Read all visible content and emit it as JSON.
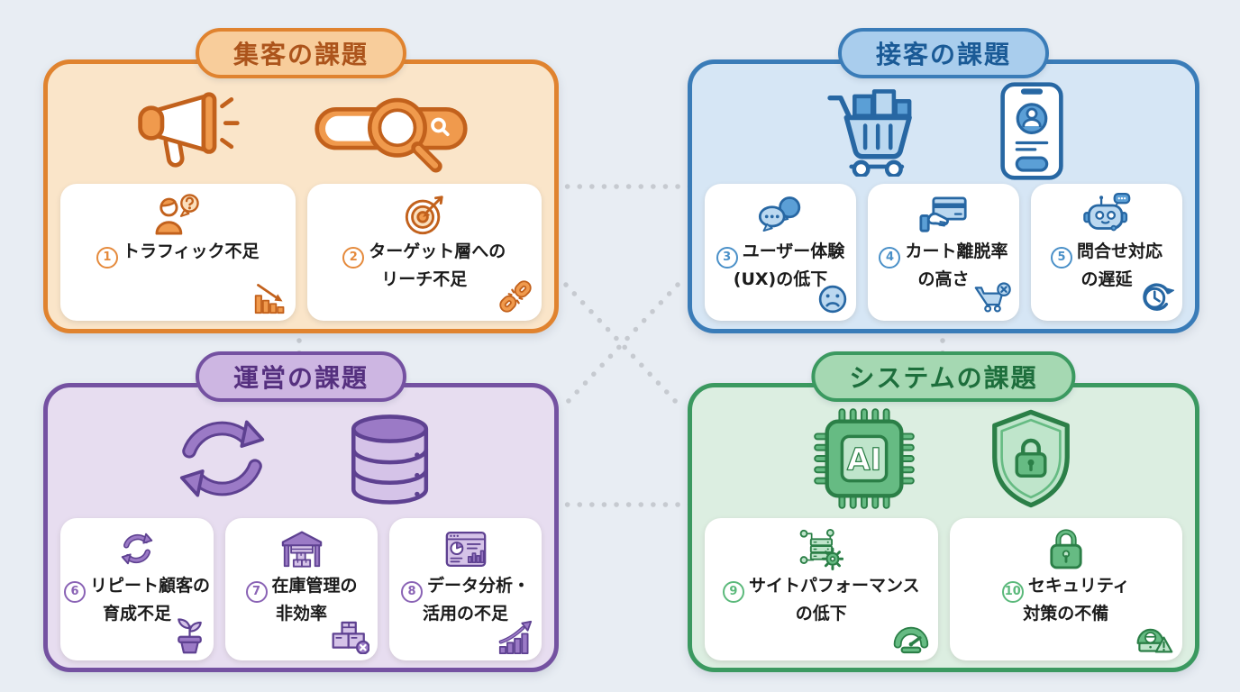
{
  "page": {
    "background": "#E8EDF3",
    "connector_dot_color": "#C6CAD0",
    "card_background": "#FFFFFF",
    "card_text_color": "#1B1B1B"
  },
  "icon_glyphs": {
    "ai": "AI",
    "question": "?"
  },
  "quadrants": [
    {
      "id": "attraction",
      "title": "集客の課題",
      "theme": {
        "border": "#E0832F",
        "fill": "#FAE5C9",
        "pill_fill": "#F8CD9B",
        "title_color": "#AC541B",
        "number_color": "#E58A3C",
        "icon_ink": "#C2611C",
        "icon_mid": "#F09A4D",
        "icon_light": "#FBDFBC"
      },
      "hero_icons": [
        "megaphone-icon",
        "search-bar-magnifier-icon"
      ],
      "cards": [
        {
          "number": "1",
          "line1": "トラフィック不足",
          "line2": "",
          "top_icon": "person-question-icon",
          "corner_icon": "declining-bar-chart-icon"
        },
        {
          "number": "2",
          "line1": "ターゲット層への",
          "line2": "リーチ不足",
          "top_icon": "target-dart-icon",
          "corner_icon": "broken-link-icon"
        }
      ]
    },
    {
      "id": "service",
      "title": "接客の課題",
      "theme": {
        "border": "#3A7CB8",
        "fill": "#D6E6F5",
        "pill_fill": "#A9CDED",
        "title_color": "#1A5A96",
        "number_color": "#4A90C8",
        "icon_ink": "#2767A3",
        "icon_mid": "#5B9FD6",
        "icon_light": "#BBD8F0"
      },
      "hero_icons": [
        "shopping-cart-icon",
        "smartphone-profile-icon"
      ],
      "cards": [
        {
          "number": "3",
          "line1": "ユーザー体験",
          "line2": "(UX)の低下",
          "top_icon": "chat-bubbles-icon",
          "corner_icon": "sad-face-icon"
        },
        {
          "number": "4",
          "line1": "カート離脱率",
          "line2": "の高さ",
          "top_icon": "hand-credit-card-icon",
          "corner_icon": "cart-remove-icon"
        },
        {
          "number": "5",
          "line1": "問合せ対応",
          "line2": "の遅延",
          "top_icon": "chatbot-icon",
          "corner_icon": "clock-arrow-icon"
        }
      ]
    },
    {
      "id": "operations",
      "title": "運営の課題",
      "theme": {
        "border": "#7451A1",
        "fill": "#E7DDF0",
        "pill_fill": "#CDB6E2",
        "title_color": "#55307F",
        "number_color": "#8A63B5",
        "icon_ink": "#5E4191",
        "icon_mid": "#9B7AC6",
        "icon_light": "#D5C3E8"
      },
      "hero_icons": [
        "cycle-arrows-icon",
        "database-icon"
      ],
      "cards": [
        {
          "number": "6",
          "line1": "リピート顧客の",
          "line2": "育成不足",
          "top_icon": "refresh-arrows-icon",
          "corner_icon": "plant-pot-icon"
        },
        {
          "number": "7",
          "line1": "在庫管理の",
          "line2": "非効率",
          "top_icon": "warehouse-icon",
          "corner_icon": "boxes-error-icon"
        },
        {
          "number": "8",
          "line1": "データ分析・",
          "line2": "活用の不足",
          "top_icon": "analytics-dashboard-icon",
          "corner_icon": "rising-bar-chart-icon"
        }
      ]
    },
    {
      "id": "system",
      "title": "システムの課題",
      "theme": {
        "border": "#3B9960",
        "fill": "#DCEEE1",
        "pill_fill": "#A5D8B2",
        "title_color": "#1D6E3C",
        "number_color": "#5BB97B",
        "icon_ink": "#2B7F47",
        "icon_mid": "#66BB83",
        "icon_light": "#BFE5CB"
      },
      "hero_icons": [
        "ai-chip-icon",
        "shield-lock-icon"
      ],
      "cards": [
        {
          "number": "9",
          "line1": "サイトパフォーマンス",
          "line2": "の低下",
          "top_icon": "server-network-gear-icon",
          "corner_icon": "speedometer-icon"
        },
        {
          "number": "10",
          "line1": "セキュリティ",
          "line2": "対策の不備",
          "top_icon": "padlock-icon",
          "corner_icon": "hacker-warning-icon"
        }
      ]
    }
  ]
}
